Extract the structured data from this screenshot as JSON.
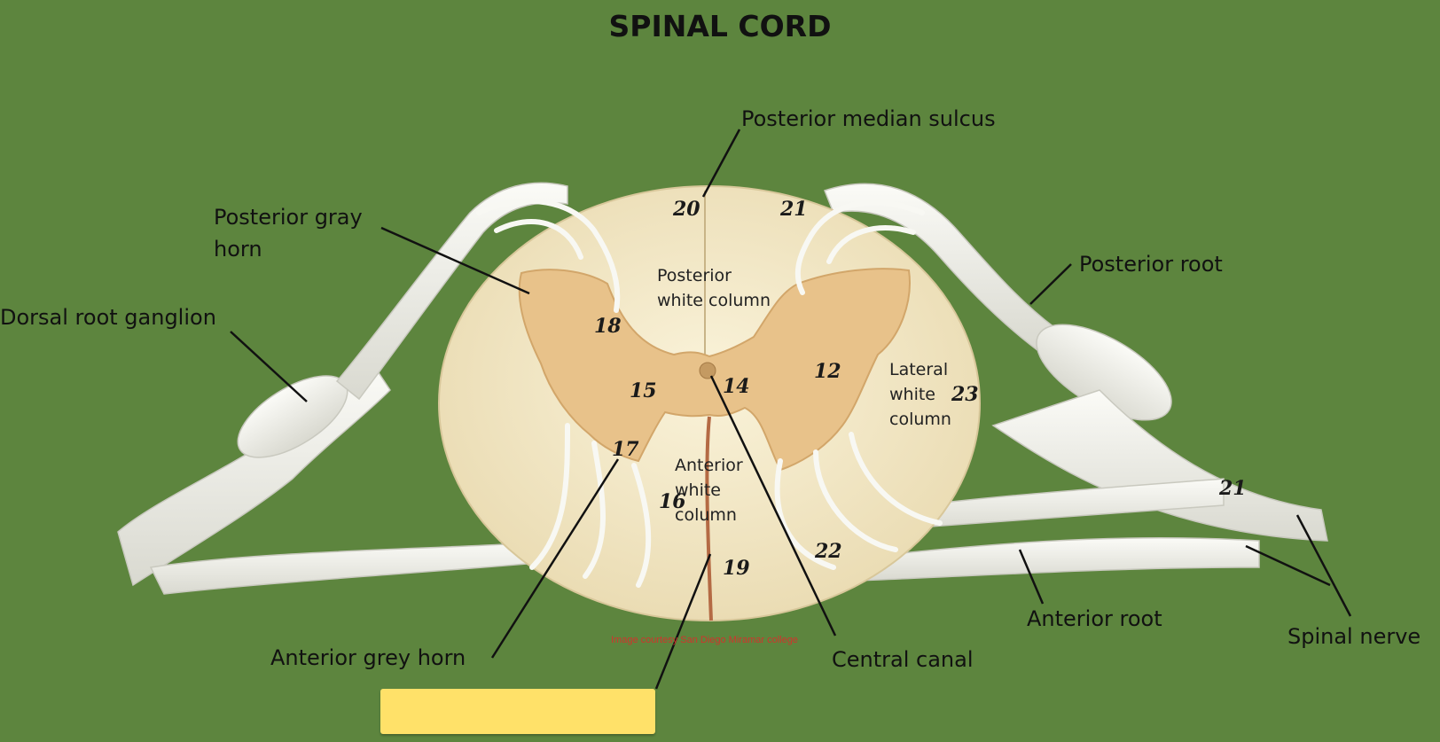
{
  "title": "SPINAL CORD",
  "labels": {
    "posterior_median_sulcus": "Posterior median sulcus",
    "posterior_gray_horn_line1": "Posterior gray",
    "posterior_gray_horn_line2": "horn",
    "dorsal_root_ganglion": "Dorsal root ganglion",
    "posterior_root": "Posterior root",
    "anterior_root": "Anterior root",
    "spinal_nerve": "Spinal nerve",
    "anterior_grey_horn": "Anterior grey  horn",
    "central_canal": "Central canal"
  },
  "inner_labels": {
    "posterior_white_column": "Posterior\nwhite column",
    "lateral_white_column": "Lateral\nwhite\ncolumn",
    "anterior_white_column": "Anterior\nwhite\ncolumn"
  },
  "numbers": [
    "20",
    "21",
    "18",
    "15",
    "14",
    "12",
    "23",
    "17",
    "16",
    "19",
    "22",
    "21"
  ],
  "credit": "Image courtesy San Diego Miramar college",
  "colors": {
    "background": "#5d853e",
    "white_matter": "#f3e8c6",
    "grey_matter": "#e8c28a",
    "nerve": "#f0f0ea",
    "answer_box": "#ffe169",
    "credit_text": "#d0342c"
  }
}
